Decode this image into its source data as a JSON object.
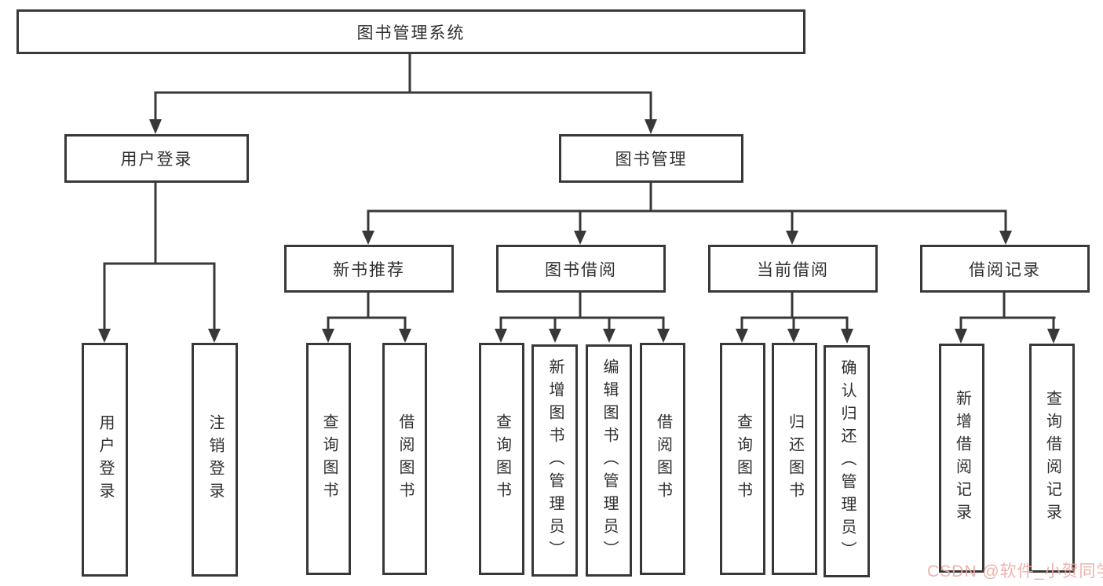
{
  "tree": {
    "label": "图书管理系统",
    "children": [
      {
        "label": "用户登录",
        "children": [
          {
            "label": "用户登录"
          },
          {
            "label": "注销登录"
          }
        ]
      },
      {
        "label": "图书管理",
        "children": [
          {
            "label": "新书推荐",
            "children": [
              {
                "label": "查询图书"
              },
              {
                "label": "借阅图书"
              }
            ]
          },
          {
            "label": "图书借阅",
            "children": [
              {
                "label": "查询图书"
              },
              {
                "label": "新增图书（管理员）"
              },
              {
                "label": "编辑图书（管理员）"
              },
              {
                "label": "借阅图书"
              }
            ]
          },
          {
            "label": "当前借阅",
            "children": [
              {
                "label": "查询图书"
              },
              {
                "label": "归还图书"
              },
              {
                "label": "确认归还（管理员）"
              }
            ]
          },
          {
            "label": "借阅记录",
            "children": [
              {
                "label": "新增借阅记录"
              },
              {
                "label": "查询借阅记录"
              }
            ]
          }
        ]
      }
    ]
  },
  "watermark": {
    "text": "CSDN @软件_小贺同学"
  },
  "colors": {
    "line": "#383838",
    "text": "#2f2f2f",
    "watermark_pink": "#eeaaa4",
    "background": "#ffffff"
  }
}
